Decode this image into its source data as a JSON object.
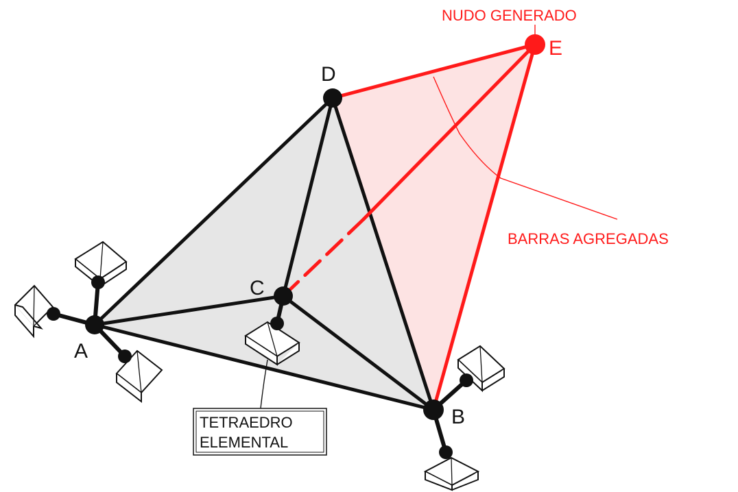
{
  "nodes": {
    "A": "A",
    "B": "B",
    "C": "C",
    "D": "D",
    "E": "E"
  },
  "annotations": {
    "generated_node": "NUDO GENERADO",
    "added_bars": "BARRAS AGREGADAS",
    "tetrahedron_line1": "TETRAEDRO",
    "tetrahedron_line2": "ELEMENTAL"
  },
  "colors": {
    "tetrahedron_fill": "#e6e6e6",
    "added_fill": "#fde3e3",
    "structure": "#111111",
    "added": "#ff1a1a",
    "support_fill": "#ffffff"
  }
}
